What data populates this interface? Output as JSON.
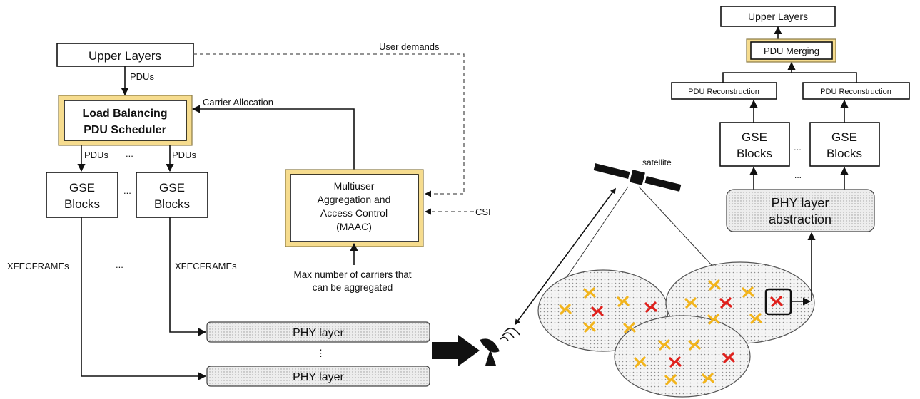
{
  "left": {
    "upper_layers": "Upper Layers",
    "pdus_top": "PDUs",
    "scheduler_line1": "Load Balancing",
    "scheduler_line2": "PDU Scheduler",
    "pdus_left": "PDUs",
    "pdus_right": "PDUs",
    "dots_pdus": "...",
    "gse_line1": "GSE",
    "gse_line2": "Blocks",
    "dots_gse": "...",
    "xfec_left": "XFECFRAMEs",
    "xfec_right": "XFECFRAMEs",
    "dots_xfec": "...",
    "phy_layer": "PHY layer",
    "dots_phy": "⋮",
    "user_demands": "User demands",
    "carrier_allocation": "Carrier Allocation",
    "maac_line1": "Multiuser",
    "maac_line2": "Aggregation and",
    "maac_line3": "Access Control",
    "maac_line4": "(MAAC)",
    "csi": "CSI",
    "max_carriers_line1": "Max number of carriers that",
    "max_carriers_line2": "can be aggregated"
  },
  "middle": {
    "satellite": "satellite"
  },
  "right": {
    "upper_layers": "Upper Layers",
    "pdu_merging": "PDU Merging",
    "pdu_reconstruction": "PDU Reconstruction",
    "gse_line1": "GSE",
    "gse_line2": "Blocks",
    "dots_gse": "...",
    "dots_below": "...",
    "phy_line1": "PHY layer",
    "phy_line2": "abstraction"
  },
  "colors": {
    "accent_gold": "#f6dc8e",
    "terminal_yellow": "#f2b41c",
    "terminal_red": "#e0201c"
  }
}
